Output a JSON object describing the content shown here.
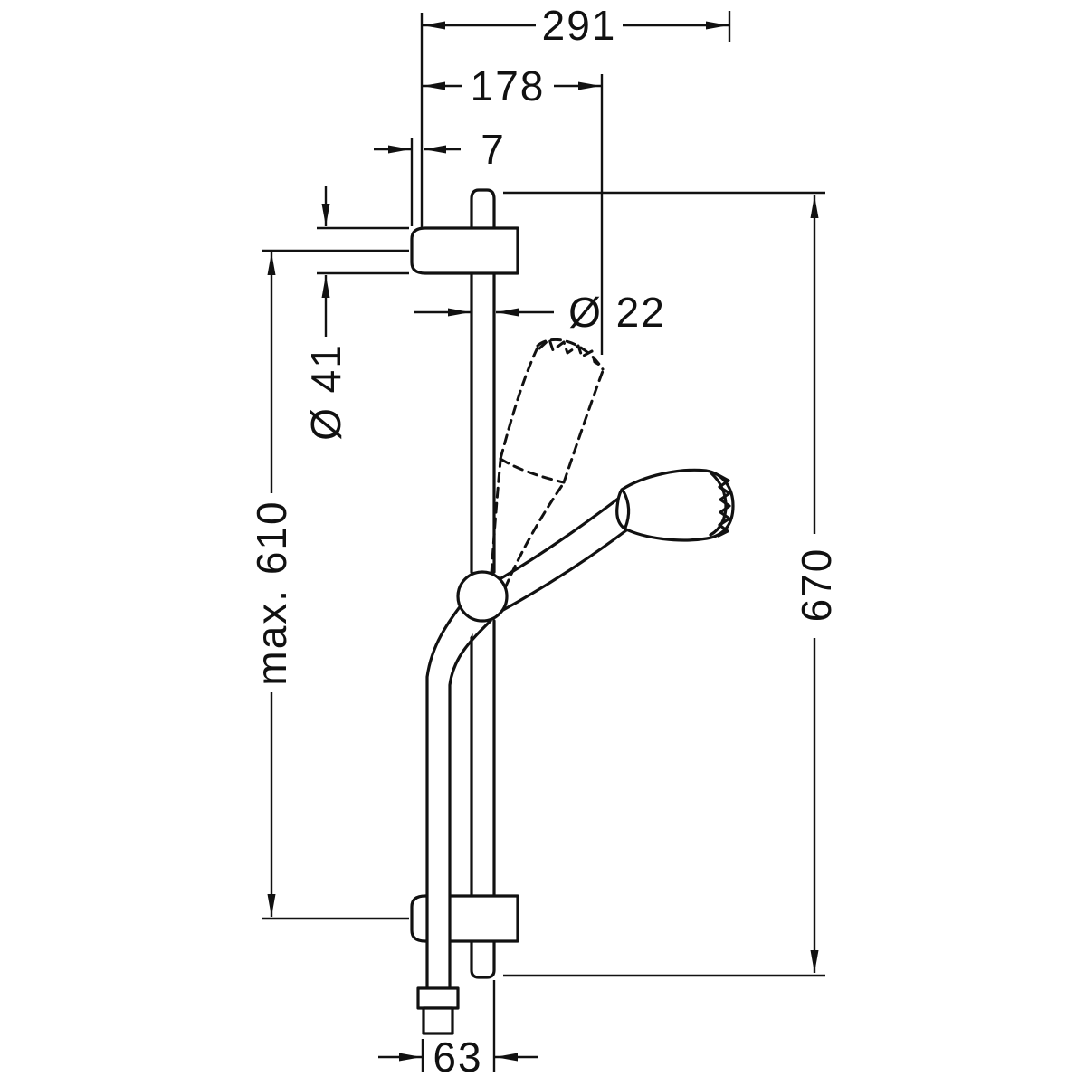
{
  "drawing": {
    "type": "technical-dimension-drawing",
    "subject": "shower slide bar with hand shower and hose",
    "colors": {
      "line": "#111111",
      "background": "#ffffff"
    },
    "labels": {
      "dim_291": "291",
      "dim_178": "178",
      "dim_7": "7",
      "dia_22": "Ø 22",
      "dia_41": "Ø 41",
      "max_610": "max. 610",
      "dim_670": "670",
      "dim_63": "63"
    }
  }
}
